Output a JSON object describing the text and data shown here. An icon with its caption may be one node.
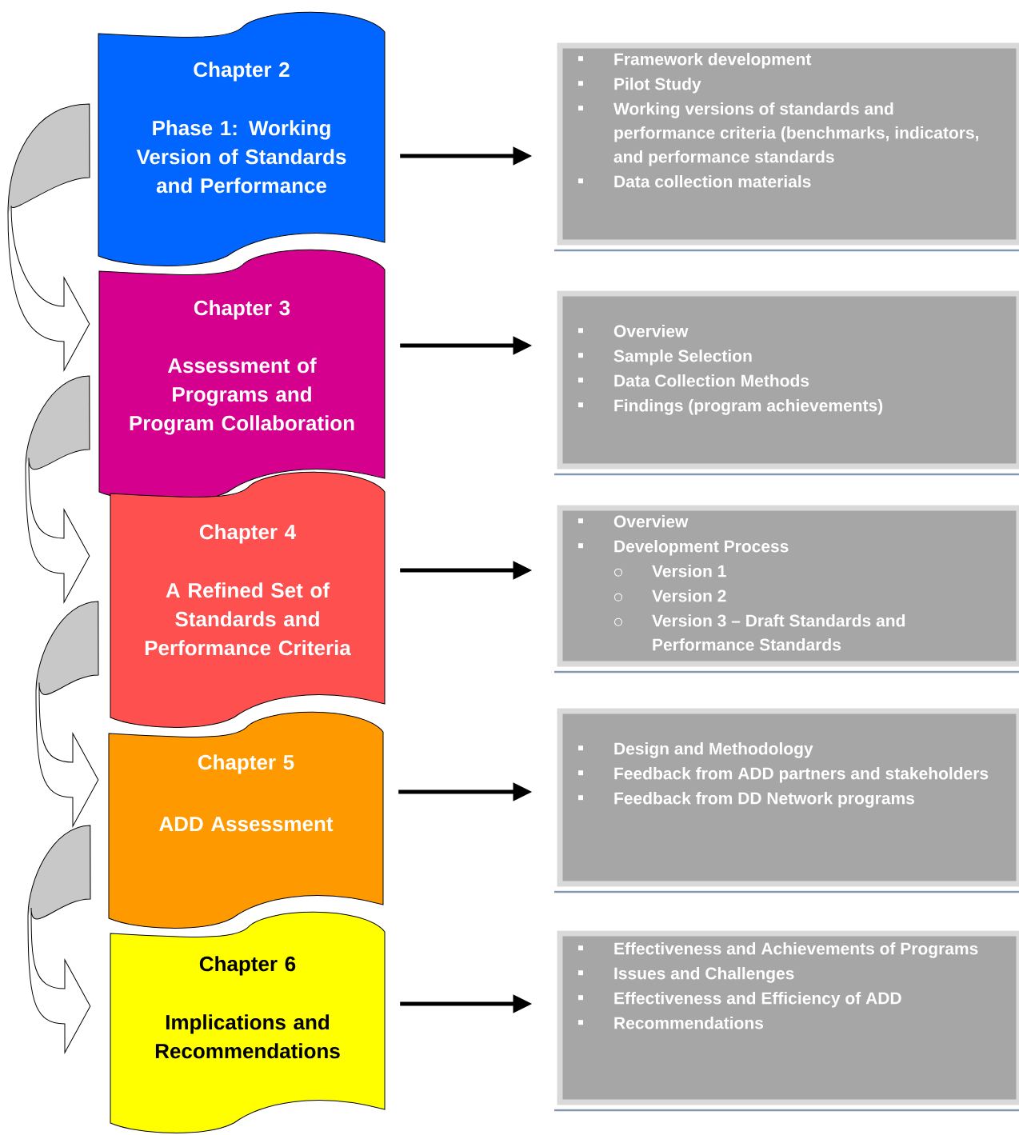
{
  "diagram": {
    "nodes": [
      {
        "text": [
          "Chapter 2",
          "Phase 1: Working Version of Standards and Performance"
        ]
      },
      {
        "text": [
          "Chapter 3",
          "Assessment of Programs and Program Collaboration"
        ]
      },
      {
        "text": [
          "Chapter 4",
          "A Refined Set of Standards and Performance Criteria"
        ]
      },
      {
        "text": [
          "Chapter 5",
          "ADD Assessment"
        ]
      },
      {
        "text": [
          "Chapter 6",
          "Implications and Recommendations"
        ]
      },
      {
        "text": [
          "Framework development",
          "Pilot Study",
          "Working versions of standards and performance criteria (benchmarks, indicators, and performance standards",
          "Data collection materials"
        ]
      },
      {
        "text": [
          "Overview",
          "Sample Selection",
          "Data Collection Methods",
          "Findings (program achievements)"
        ]
      },
      {
        "text": [
          "Overview",
          "Development Process",
          "Version 1",
          "Version 2",
          "Version 3 – Draft Standards and Performance Standards"
        ]
      },
      {
        "text": [
          "Design and Methodology",
          "Feedback from ADD partners and stakeholders",
          "Feedback from DD Network programs"
        ]
      },
      {
        "text": [
          "Effectiveness and Achievements of Programs",
          "Issues and Challenges",
          "Effectiveness and Efficiency of ADD",
          "Recommendations"
        ]
      }
    ],
    "edges": [
      {
        "from": 0,
        "to": 5,
        "arrow": "to"
      },
      {
        "from": 1,
        "to": 6,
        "arrow": "to"
      },
      {
        "from": 2,
        "to": 7,
        "arrow": "to"
      },
      {
        "from": 3,
        "to": 8,
        "arrow": "to"
      },
      {
        "from": 4,
        "to": 9,
        "arrow": "to"
      },
      {
        "from": 0,
        "to": 1,
        "arrow": "to"
      },
      {
        "from": 1,
        "to": 2,
        "arrow": "to"
      },
      {
        "from": 2,
        "to": 3,
        "arrow": "to"
      },
      {
        "from": 3,
        "to": 4,
        "arrow": "to"
      }
    ]
  }
}
